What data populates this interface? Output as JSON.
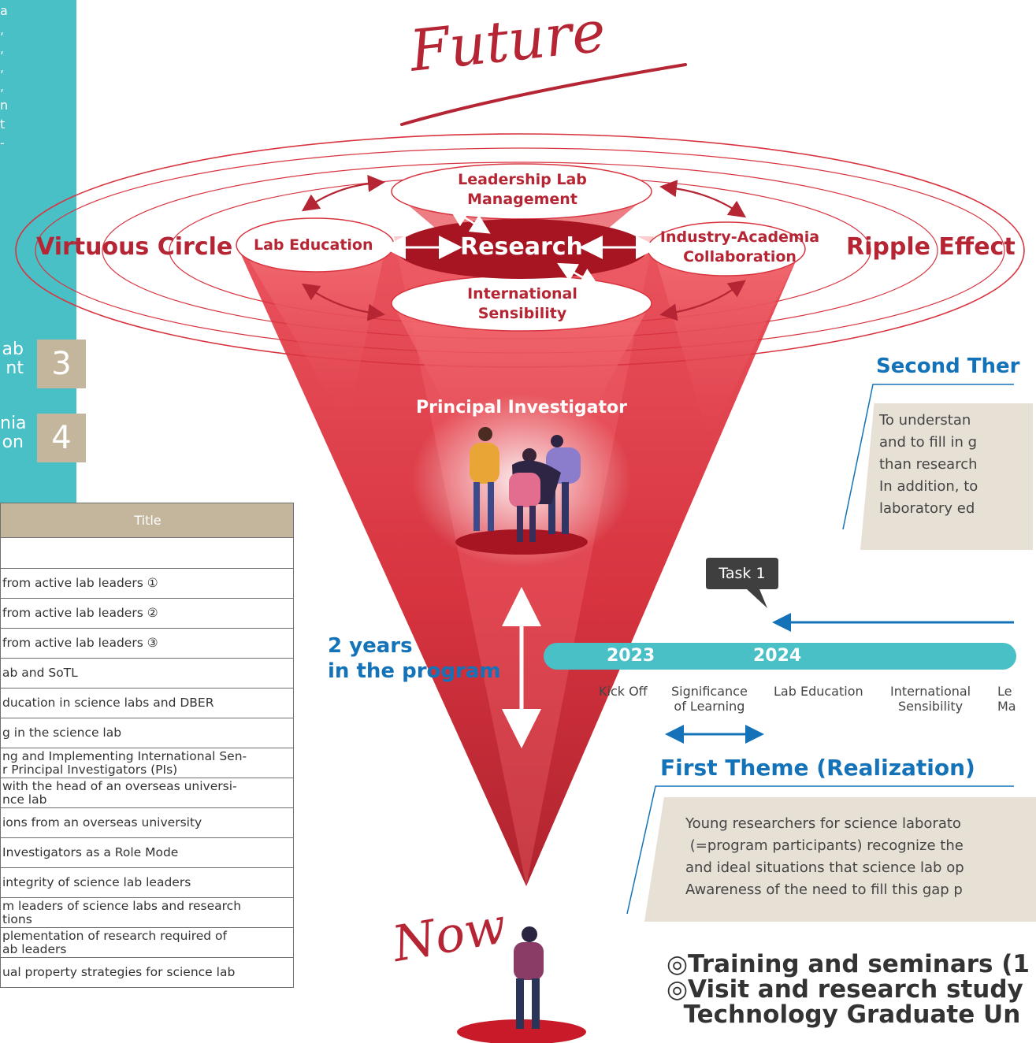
{
  "header": {
    "future_word": "Future",
    "now_word": "Now"
  },
  "circles": {
    "left_label": "Virtuous Circle",
    "right_label": "Ripple Effect",
    "center": "Research",
    "top": "Leadership Lab\nManagement",
    "left": "Lab Education",
    "right": "Industry-Academia\nCollaboration",
    "bottom": "International\nSensibility"
  },
  "funnel": {
    "pi_label": "Principal Investigator",
    "program_label": "2 years\nin the program"
  },
  "sidebar": {
    "items": [
      {
        "fragment": "ab\nnt",
        "number": "3"
      },
      {
        "fragment": "nia\non",
        "number": "4"
      }
    ]
  },
  "table": {
    "header": "Title",
    "rows": [
      "",
      "from active lab leaders ①",
      "from active lab leaders ②",
      "from active lab leaders ③",
      "ab and SoTL",
      "ducation in science labs and DBER",
      "g in the science lab",
      "ng and Implementing International Sen-\nr Principal Investigators (PIs)",
      " with the head of an overseas universi-\nnce lab",
      "ions from an overseas university",
      "Investigators as a Role Mode",
      " integrity of science lab leaders",
      "m leaders of science labs and research\ntions",
      "plementation of research required of\nab leaders",
      "ual property strategies for science lab"
    ]
  },
  "second_theme": {
    "title": "Second Ther",
    "text": "To understan\nand to fill in g\nthan research\nIn addition, to\nlaboratory ed"
  },
  "task": {
    "label": "Task 1"
  },
  "timeline": {
    "years": [
      "2023",
      "2024"
    ],
    "steps": [
      "Kick Off",
      "Significance\nof Learning",
      "Lab Education",
      "International\nSensibility",
      "Le\nMa"
    ]
  },
  "first_theme": {
    "title": "First Theme (Realization)",
    "text": "Young researchers for science laborato\n (=program participants) recognize the\nand ideal situations that science lab op\nAwareness of the need to fill this gap p"
  },
  "bottom_text": {
    "line1": "◎Training and seminars (1",
    "line2": "◎Visit and research study",
    "line3": "  Technology Graduate Un"
  },
  "colors": {
    "teal": "#49bfc6",
    "tan": "#c4b69c",
    "red": "#b52533",
    "blue": "#1473b8",
    "beige": "#e7e0d5"
  }
}
